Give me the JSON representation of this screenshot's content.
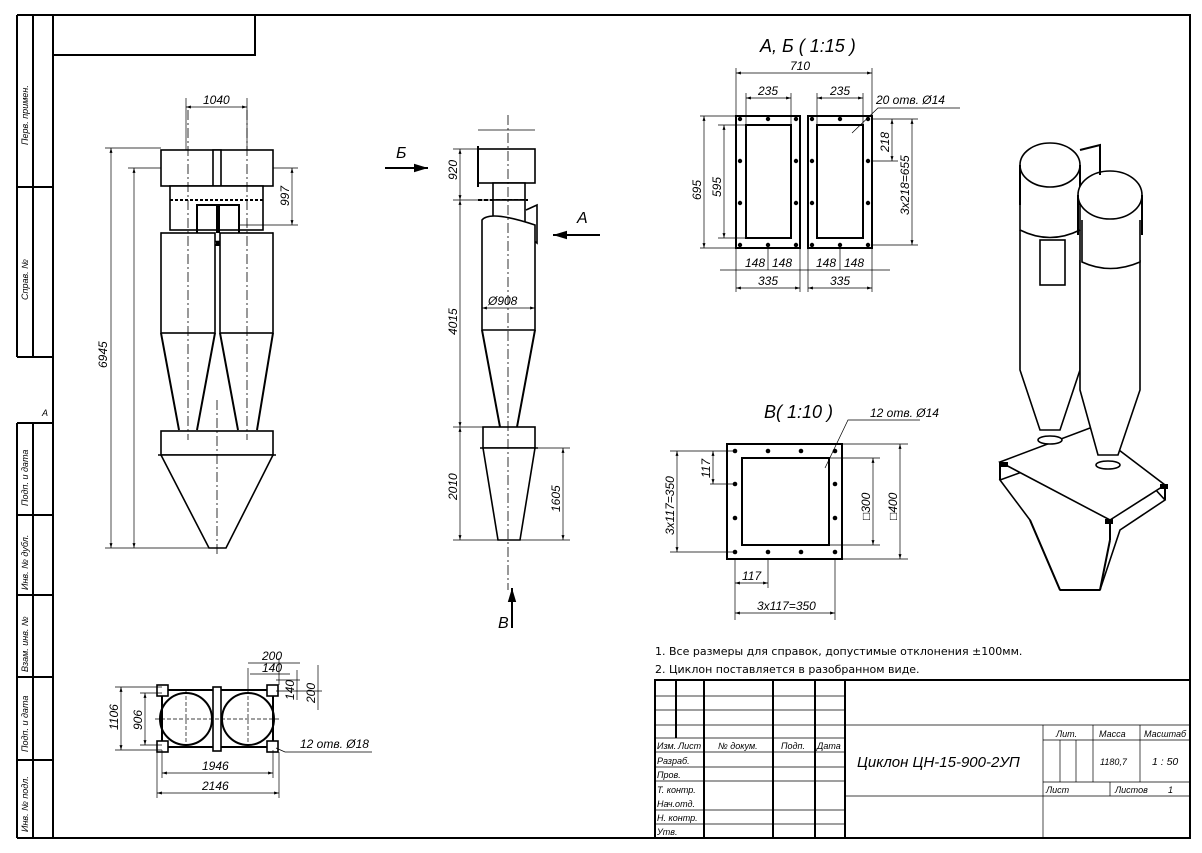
{
  "side_stamps": [
    "Перв. примен.",
    "Справ. №",
    "Подп. и дата",
    "Инв. № дубл.",
    "Взам. инв. №",
    "Подп. и дата",
    "Инв. № подл."
  ],
  "side_marker": "А",
  "front_view": {
    "dim_width": "1040",
    "dim_height": "6945",
    "dim_top": "997"
  },
  "side_view": {
    "dim_920": "920",
    "dim_4015": "4015",
    "dim_2010": "2010",
    "dim_1605": "1605",
    "dim_diam": "Ø908",
    "arrow_b": "Б",
    "arrow_a": "А",
    "arrow_v": "В"
  },
  "section_ab": {
    "title": "А, Б ( 1:15 )",
    "dim_710": "710",
    "dim_235_left": "235",
    "dim_235_right": "235",
    "dim_695": "695",
    "dim_595": "595",
    "dim_218": "218",
    "dim_pitch": "3x218=655",
    "dim_148": [
      "148",
      "148",
      "148",
      "148"
    ],
    "dim_335_left": "335",
    "dim_335_right": "335",
    "holes": "20 отв. Ø14"
  },
  "section_v": {
    "title": "В( 1:10 )",
    "holes": "12 отв. Ø14",
    "dim_vert_pitch": "3x117=350",
    "dim_vert_117": "117",
    "dim_inner": "□300",
    "dim_outer": "□400",
    "dim_horiz_117": "117",
    "dim_horiz_pitch": "3x117=350"
  },
  "plan_view": {
    "dim_200_top": "200",
    "dim_140_top": "140",
    "dim_140_side": "140",
    "dim_200_side": "200",
    "dim_1106": "1106",
    "dim_906": "906",
    "dim_1946": "1946",
    "dim_2146": "2146",
    "holes": "12 отв. Ø18"
  },
  "notes": [
    "1. Все размеры для справок, допустимые отклонения ±100мм.",
    "2. Циклон поставляется в разобранном виде."
  ],
  "title_block": {
    "headers": {
      "izm": "Изм.",
      "list": "Лист",
      "doc": "№ докум.",
      "sign": "Подп.",
      "date": "Дата"
    },
    "roles": [
      "Разраб.",
      "Пров.",
      "Т. контр.",
      "Нач.отд.",
      "Н. контр.",
      "Утв."
    ],
    "title": "Циклон ЦН-15-900-2УП",
    "lit_label": "Лит.",
    "mass_label": "Масса",
    "scale_label": "Масштаб",
    "mass": "1180,7",
    "scale": "1 : 50",
    "sheet_label": "Лист",
    "sheets_label": "Листов",
    "sheets": "1"
  }
}
